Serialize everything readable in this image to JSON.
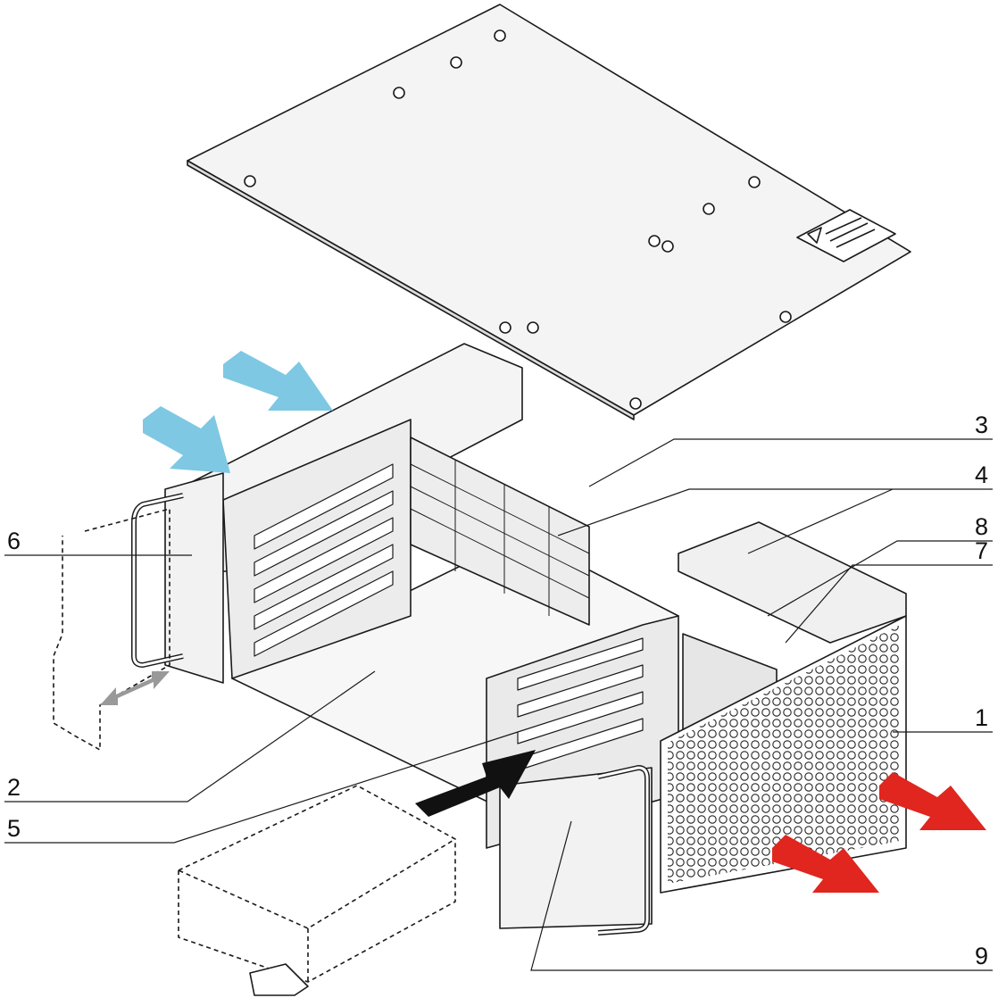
{
  "title": "Exploded view of chassis assembly",
  "callouts": [
    {
      "id": "3",
      "label": "3"
    },
    {
      "id": "4",
      "label": "4"
    },
    {
      "id": "8",
      "label": "8"
    },
    {
      "id": "7",
      "label": "7"
    },
    {
      "id": "1",
      "label": "1"
    },
    {
      "id": "6",
      "label": "6"
    },
    {
      "id": "2",
      "label": "2"
    },
    {
      "id": "5",
      "label": "5"
    },
    {
      "id": "9",
      "label": "9"
    }
  ],
  "colors": {
    "airflow_in": "#7ec8e3",
    "airflow_out": "#e0261f",
    "insert_arrow": "#111111",
    "service_arrow": "#999999",
    "line": "#1a1a1a",
    "panel": "#f2f2f2"
  },
  "warning_label_icon": "high-voltage-warning-icon"
}
